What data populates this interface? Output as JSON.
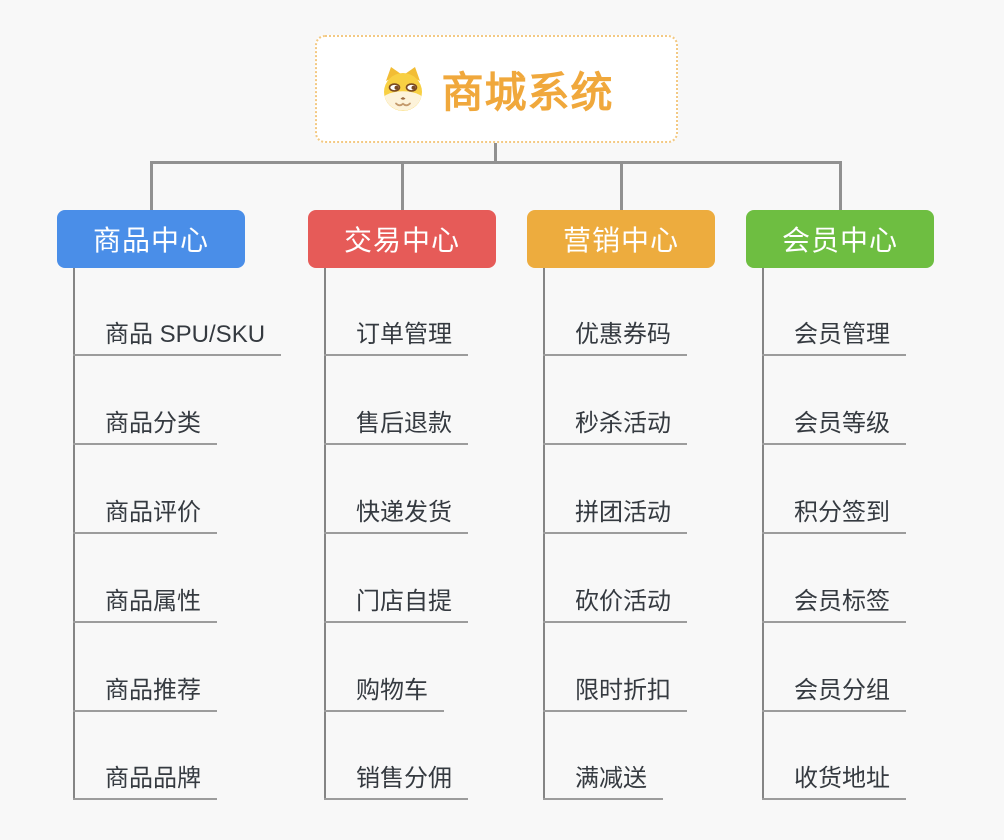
{
  "root": {
    "title": "商城系统",
    "icon": "dog-face",
    "accent_color": "#f0a83c",
    "border_color": "#f3c983"
  },
  "branches": [
    {
      "label": "商品中心",
      "color": "#4a8ee8",
      "children": [
        "商品 SPU/SKU",
        "商品分类",
        "商品评价",
        "商品属性",
        "商品推荐",
        "商品品牌"
      ]
    },
    {
      "label": "交易中心",
      "color": "#e65b58",
      "children": [
        "订单管理",
        "售后退款",
        "快递发货",
        "门店自提",
        "购物车",
        "销售分佣"
      ]
    },
    {
      "label": "营销中心",
      "color": "#edac3e",
      "children": [
        "优惠券码",
        "秒杀活动",
        "拼团活动",
        "砍价活动",
        "限时折扣",
        "满减送"
      ]
    },
    {
      "label": "会员中心",
      "color": "#6ebe41",
      "children": [
        "会员管理",
        "会员等级",
        "积分签到",
        "会员标签",
        "会员分组",
        "收货地址"
      ]
    }
  ],
  "colors": {
    "background": "#f8f8f8",
    "connector": "#919191",
    "trunk": "#858585",
    "underline": "#9c9c9c",
    "child_text": "#353a40"
  }
}
